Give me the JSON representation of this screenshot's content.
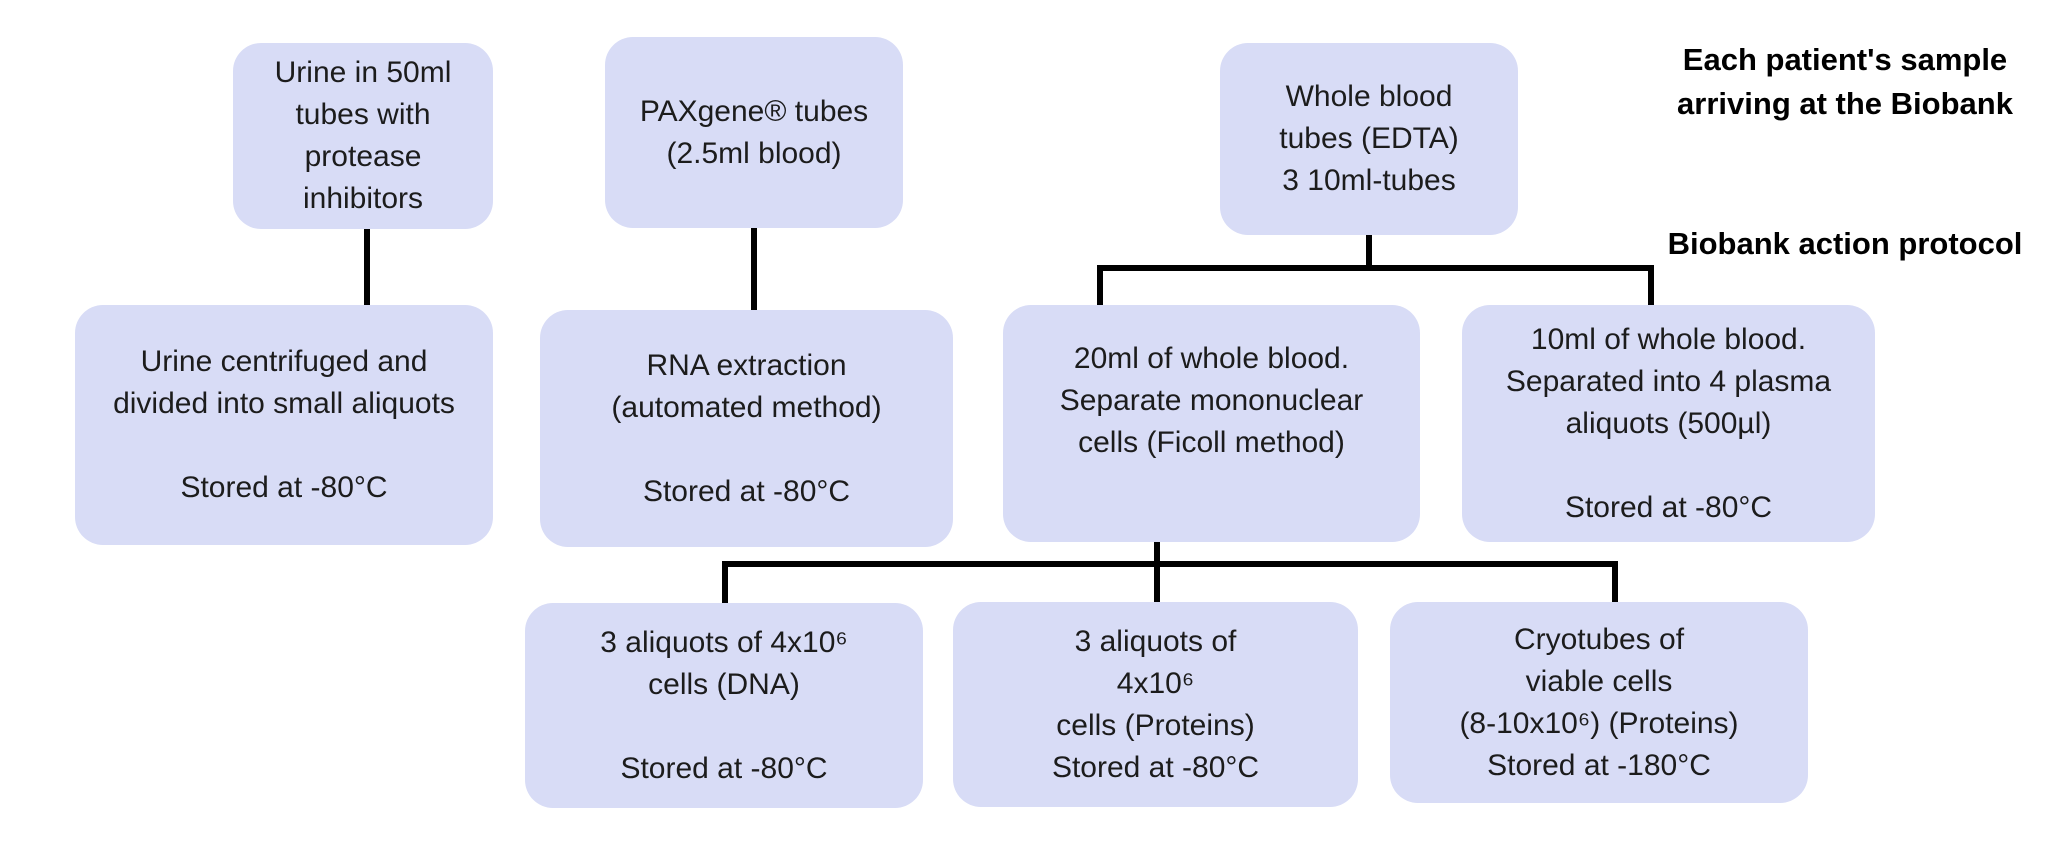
{
  "colors": {
    "node_fill": "#d8dcf6",
    "connector": "#000000",
    "text_color": "#1c1c1c"
  },
  "labels": {
    "arrival": "Each patient's sample\narriving at the Biobank",
    "protocol": "Biobank action protocol"
  },
  "nodes": {
    "urine_source": "Urine in 50ml\ntubes with\nprotease inhibitors",
    "paxgene": "PAXgene® tubes\n(2.5ml blood)",
    "whole_blood": "Whole blood\ntubes (EDTA)\n3 10ml-tubes",
    "urine_processed": "Urine centrifuged and\ndivided into small aliquots\n\nStored at -80°C",
    "rna_extraction": "RNA extraction\n(automated method)\n\nStored at -80°C",
    "blood_20ml": "20ml of whole blood.\nSeparate mononuclear\ncells (Ficoll method)",
    "blood_10ml": "10ml of whole blood.\nSeparated into 4 plasma\naliquots (500µl)\n\nStored at -80°C",
    "dna_aliquots": "3 aliquots of 4x10⁶\ncells (DNA)\n\nStored at -80°C",
    "protein_aliquots": "3 aliquots of\n4x10⁶\ncells (Proteins)\nStored at -80°C",
    "cryotubes": "Cryotubes of\nviable cells\n(8-10x10⁶) (Proteins)\nStored at -180°C"
  }
}
